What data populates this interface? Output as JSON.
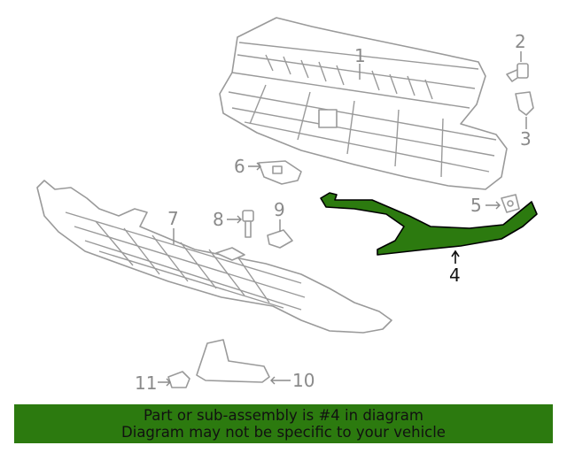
{
  "callouts": {
    "c1": "1",
    "c2": "2",
    "c3": "3",
    "c4": "4",
    "c5": "5",
    "c6": "6",
    "c7": "7",
    "c8": "8",
    "c9": "9",
    "c10": "10",
    "c11": "11"
  },
  "highlight": {
    "part": "4",
    "color": "#2c7a0f"
  },
  "banner": {
    "line1": "Part or sub-assembly is #4 in diagram",
    "line2": "Diagram may not be specific to your vehicle",
    "color": "#2c7a0f"
  }
}
